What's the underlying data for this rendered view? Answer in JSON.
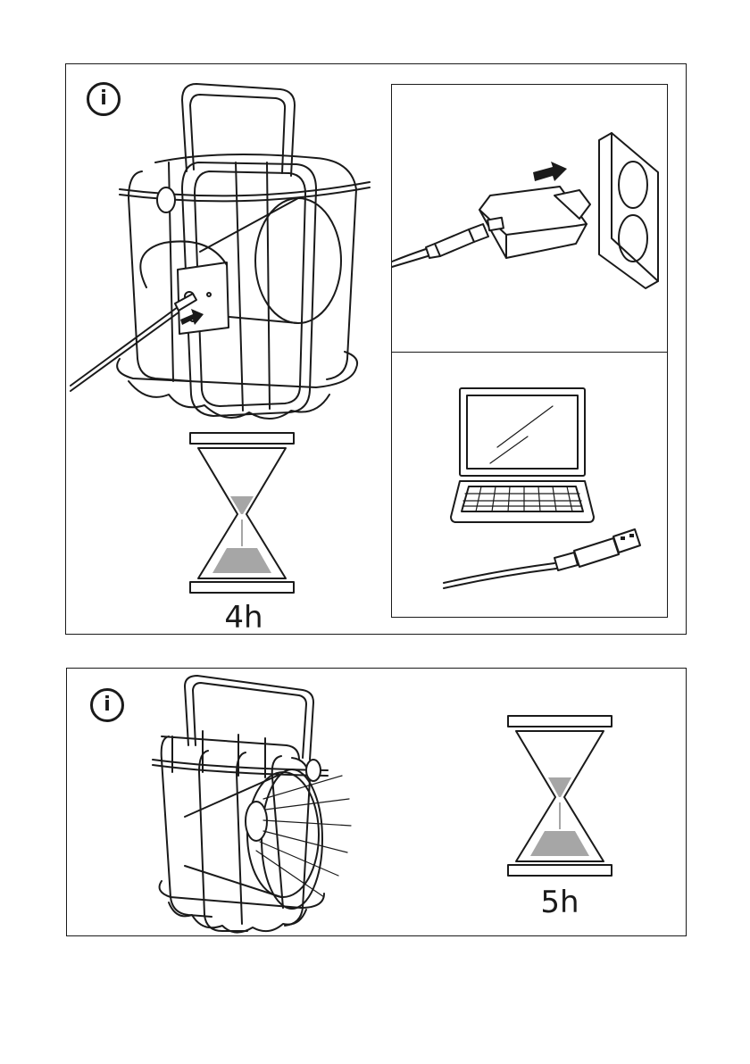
{
  "step_1": {
    "info_symbol": "i",
    "info_icon": "info-circle-icon",
    "charge_duration": "4h",
    "illustrations": [
      "lantern-charging-icon",
      "wall-adapter-icon",
      "laptop-usb-icon",
      "hourglass-icon"
    ]
  },
  "step_2": {
    "info_symbol": "i",
    "info_icon": "info-circle-icon",
    "light_duration": "5h",
    "illustrations": [
      "lantern-lit-icon",
      "hourglass-icon"
    ]
  },
  "colors": {
    "line": "#1a1a1a",
    "sand": "#a6a6a6",
    "background": "#ffffff"
  }
}
